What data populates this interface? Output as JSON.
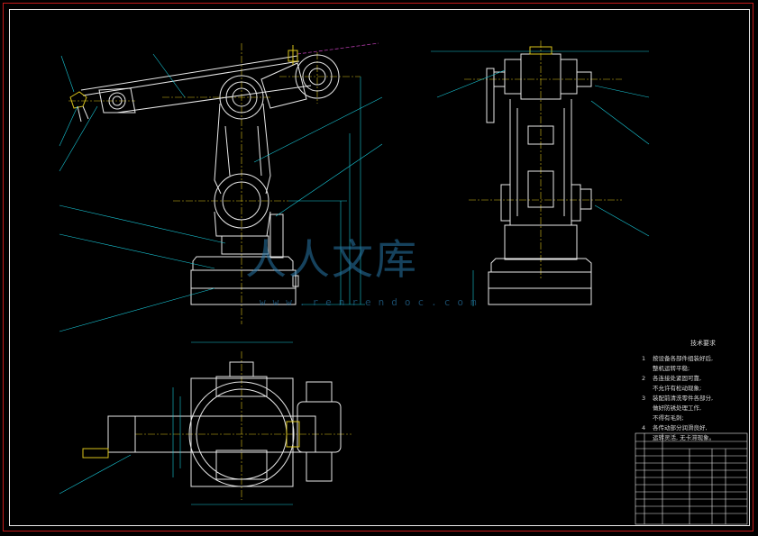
{
  "watermark": {
    "brand": "人人文库",
    "url": "www.renrendoc.com"
  },
  "drawing": {
    "colors": {
      "part": "#e9e9e9",
      "center_line": "#d9c21a",
      "dimension": "#18c8d8",
      "leader": "#18c8d8",
      "frame_outer": "#c41a1a",
      "magenta_line": "#b03aa8"
    }
  },
  "notes": {
    "title": "技术要求",
    "items": [
      {
        "num": "1",
        "lines": [
          "按设备各部件组装好后,",
          "整机运转平稳;"
        ]
      },
      {
        "num": "2",
        "lines": [
          "各连接处紧固可靠,",
          "不允许有松动现象;"
        ]
      },
      {
        "num": "3",
        "lines": [
          "装配前清洗零件各部分,",
          "做好防锈处理工作,",
          "不得有毛刺;"
        ]
      },
      {
        "num": "4",
        "lines": [
          "各传动部分润滑良好,",
          "运转灵活, 无卡滞现象。"
        ]
      }
    ]
  }
}
